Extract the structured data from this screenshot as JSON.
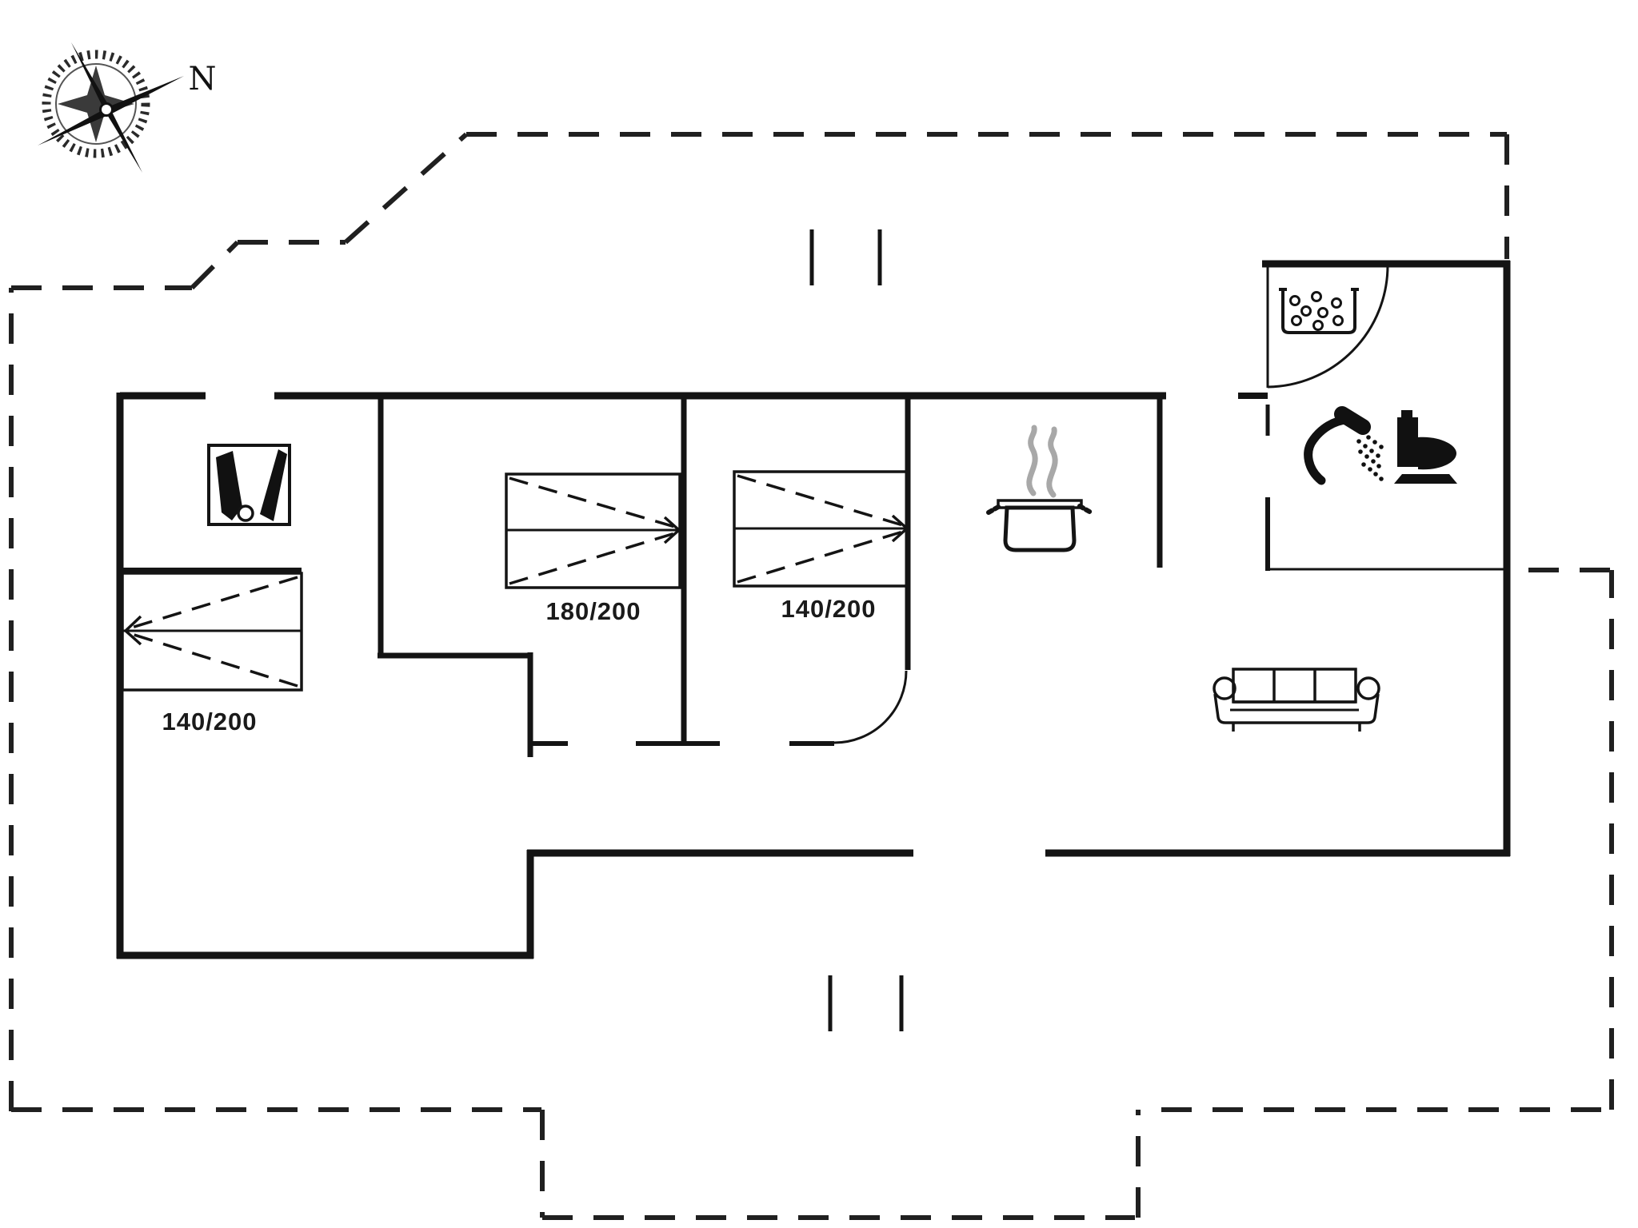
{
  "document": {
    "type": "holiday-house-floor-plan",
    "background": "#ffffff"
  },
  "compass": {
    "label": "N"
  },
  "labels": {
    "bed_alcove": "140/200",
    "bed_room1": "180/200",
    "bed_room2": "140/200"
  },
  "colors": {
    "walls": "#141414",
    "boundary_dashes": "#202020",
    "steam": "#a8a8a8",
    "text": "#1a1a1a"
  },
  "icons": {
    "compass": "compass-rose-icon",
    "stove": "wood-stove-icon",
    "pot": "cooking-pot-icon",
    "washer": "washing-machine-icon",
    "shower": "shower-icon",
    "toilet": "toilet-icon",
    "sofa": "sofa-icon"
  }
}
